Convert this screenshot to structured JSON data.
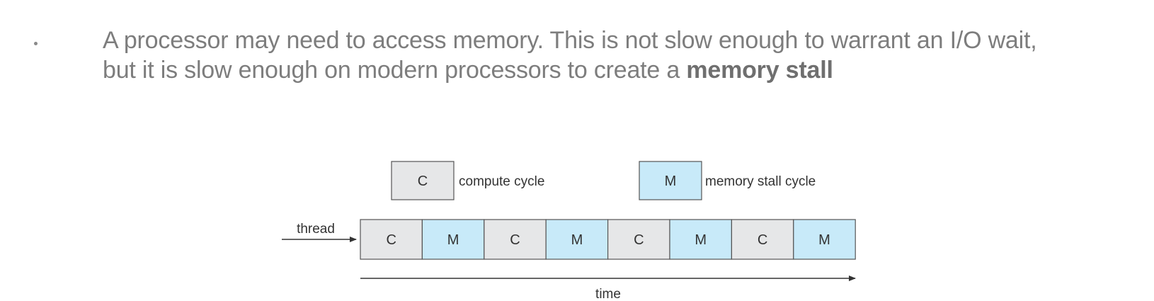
{
  "bullet": {
    "text_line1": "A processor may need to access memory. This is not slow enough to warrant an I/O wait,",
    "text_line2_prefix": "but it is slow enough on modern processors to create a ",
    "text_line2_bold": "memory stall"
  },
  "legend": {
    "compute": {
      "symbol": "C",
      "label": "compute cycle"
    },
    "memory": {
      "symbol": "M",
      "label": "memory stall cycle"
    }
  },
  "thread": {
    "label": "thread",
    "cycles": [
      "C",
      "M",
      "C",
      "M",
      "C",
      "M",
      "C",
      "M"
    ]
  },
  "time_label": "time",
  "colors": {
    "compute_fill": "#e6e7e8",
    "memory_fill": "#c8eaf9",
    "stroke": "#555555",
    "text": "#333333"
  }
}
